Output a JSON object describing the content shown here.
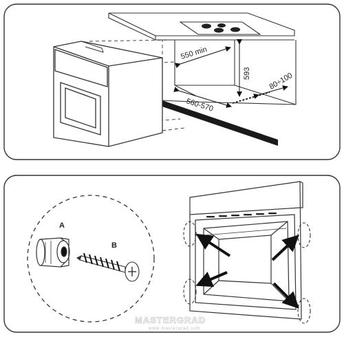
{
  "top_panel": {
    "dimensions": {
      "width_min": "550 min",
      "height": "593",
      "depth_range": "560-570",
      "ventilation_gap": "80÷100"
    }
  },
  "bottom_panel": {
    "labels": {
      "a": "A",
      "b": "B"
    }
  },
  "watermark": {
    "text": "MASTERGRAD",
    "subtext": "www.mastergrad.com"
  }
}
